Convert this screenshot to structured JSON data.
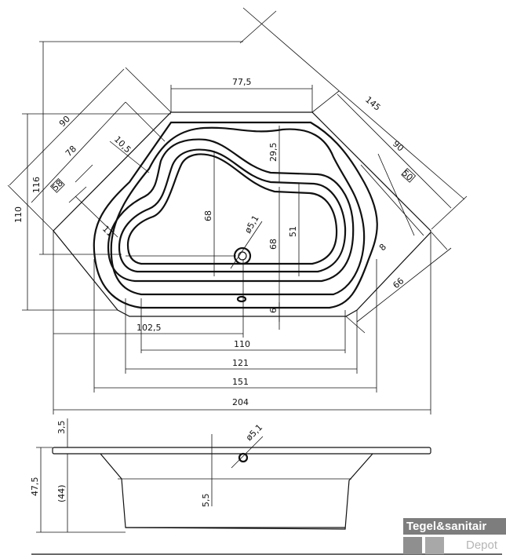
{
  "plan_view": {
    "labels": {
      "width_top_opening": "77,5",
      "diag_right_outer": "145",
      "diag_right_mid": "90",
      "diag_left_outer": "90",
      "diag_left_mid": "78",
      "diag_left_small": "10,5",
      "height_outer": "110",
      "height_inner": "116",
      "edge_left": "11",
      "edge_right": "8",
      "corner_right": "66",
      "depth_upper": "29,5",
      "depth_left": "68",
      "depth_mid": "68",
      "depth_right": "51",
      "rim_bottom": "6",
      "drain": "ø5,1",
      "dist_102": "102,5",
      "width_110": "110",
      "width_121": "121",
      "width_151": "151",
      "width_204": "204",
      "box_left": "58",
      "box_right": "50"
    }
  },
  "side_view": {
    "labels": {
      "rim": "3,5",
      "height_total": "47,5",
      "height_inner": "(44)",
      "drain_offset": "5,5",
      "drain": "ø5,1"
    }
  },
  "watermark": {
    "line1": "Tegel&sanitair",
    "line2": "Depot"
  }
}
